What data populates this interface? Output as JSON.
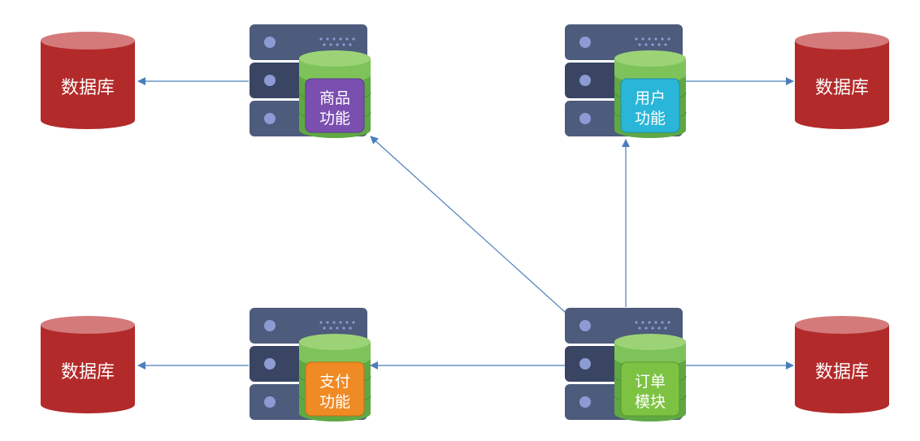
{
  "colors": {
    "arrow": "#4a7ebb",
    "server_body": "#4d5b7c",
    "server_dark": "#3a4564",
    "server_dot": "#8c9bd3",
    "db_body": "#b32a2a",
    "db_top": "#d47a7a",
    "stack_green": "#7ec35a",
    "stack_green_dark": "#5fa844"
  },
  "databases": [
    {
      "id": "db-top-left",
      "label": "数据库"
    },
    {
      "id": "db-top-right",
      "label": "数据库"
    },
    {
      "id": "db-bottom-left",
      "label": "数据库"
    },
    {
      "id": "db-bottom-right",
      "label": "数据库"
    }
  ],
  "services": [
    {
      "id": "product",
      "line1": "商品",
      "line2": "功能",
      "color": "#7a4fb0"
    },
    {
      "id": "user",
      "line1": "用户",
      "line2": "功能",
      "color": "#2ab6d8"
    },
    {
      "id": "payment",
      "line1": "支付",
      "line2": "功能",
      "color": "#f08a24"
    },
    {
      "id": "order",
      "line1": "订单",
      "line2": "模块",
      "color": "#7dc243"
    }
  ]
}
